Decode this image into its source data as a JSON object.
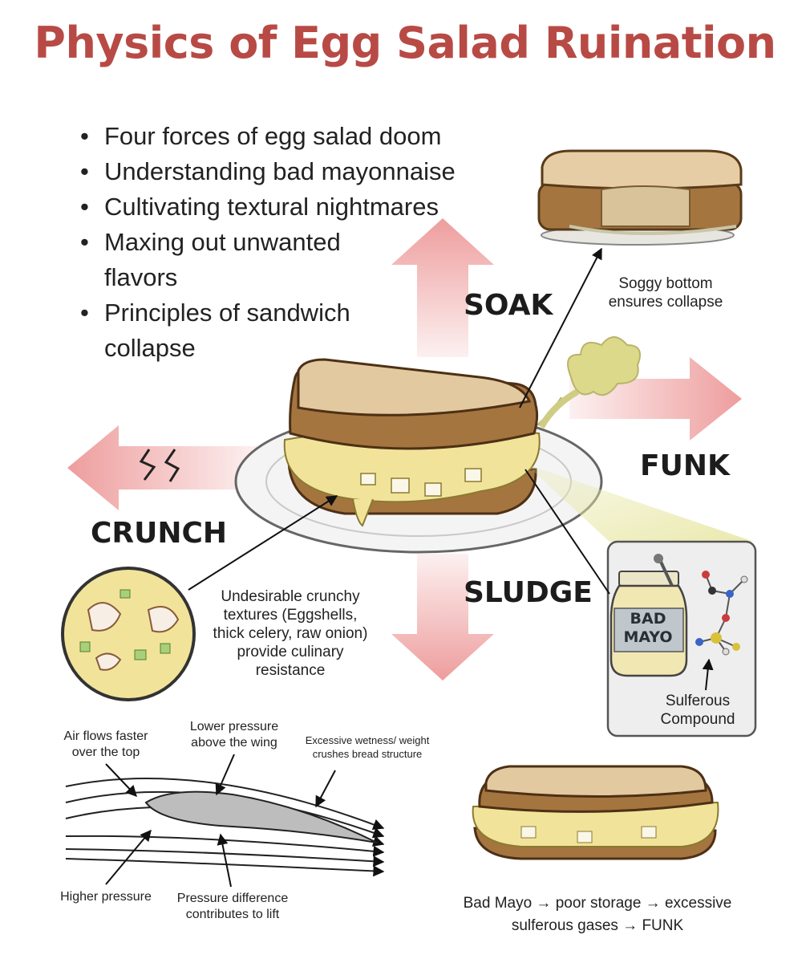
{
  "title": "Physics of Egg Salad Ruination",
  "bullets": [
    "Four forces of egg salad doom",
    "Understanding bad mayonnaise",
    "Cultivating textural nightmares",
    "Maxing out unwanted flavors",
    "Principles of sandwich collapse"
  ],
  "forces": {
    "soak": "SOAK",
    "funk": "FUNK",
    "crunch": "CRUNCH",
    "sludge": "SLUDGE"
  },
  "notes": {
    "soggy": "Soggy bottom ensures collapse",
    "crunchy": "Undesirable crunchy textures (Eggshells, thick celery, raw onion) provide culinary resistance",
    "sulferous": "Sulferous Compound",
    "jar_label": "BAD MAYO",
    "chain": "Bad Mayo → poor storage → excessive sulferous gases → FUNK"
  },
  "airfoil": {
    "faster": "Air flows faster over the top",
    "lower": "Lower pressure above the wing",
    "wetness": "Excessive wetness/ weight crushes bread structure",
    "higher": "Higher pressure",
    "difference": "Pressure difference contributes to lift"
  },
  "colors": {
    "title": "#b84a45",
    "arrow": "#ee9d9d",
    "bread_crust": "#9c6a3c",
    "bread_face": "#e3c9a0",
    "egg": "#f1e49a",
    "stink": "#dcd98a"
  }
}
